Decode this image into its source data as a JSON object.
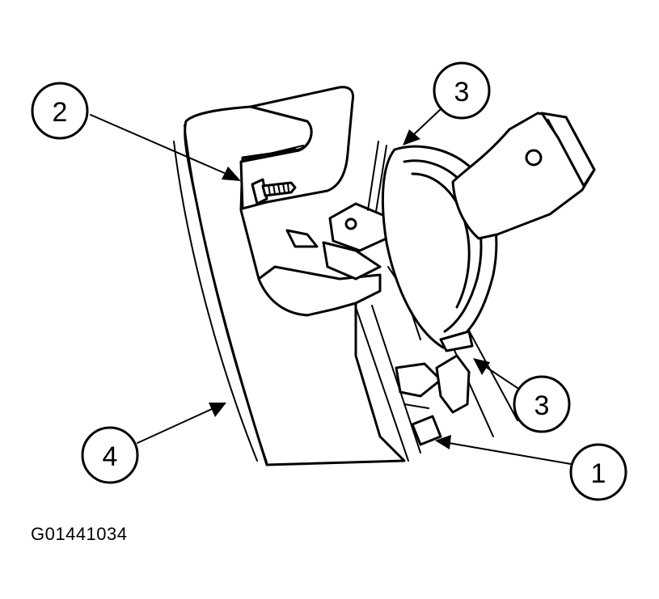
{
  "callouts": [
    {
      "id": "callout-2",
      "label": "2"
    },
    {
      "id": "callout-3a",
      "label": "3"
    },
    {
      "id": "callout-3b",
      "label": "3"
    },
    {
      "id": "callout-4",
      "label": "4"
    },
    {
      "id": "callout-1",
      "label": "1"
    }
  ],
  "figure_code": "G01441034",
  "colors": {
    "ink": "#000000",
    "paper": "#ffffff"
  }
}
